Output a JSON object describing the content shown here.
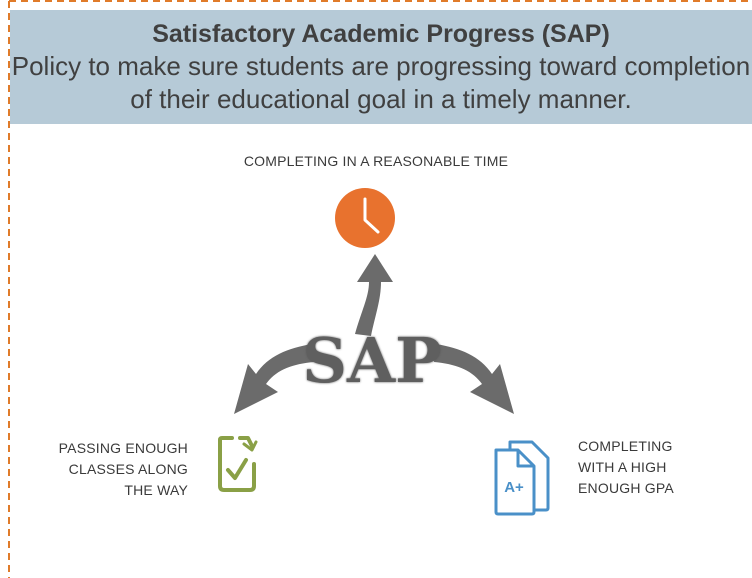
{
  "header": {
    "title": "Satisfactory Academic Progress (SAP)",
    "subtitle": "Policy to make sure students are progressing toward completion of their educational goal in a timely manner."
  },
  "center": {
    "label": "SAP"
  },
  "items": [
    {
      "label": "COMPLETING IN A REASONABLE TIME",
      "icon": "clock-icon",
      "color": "#e8722e"
    },
    {
      "label": "PASSING ENOUGH\nCLASSES ALONG\nTHE  WAY",
      "icon": "checklist-icon",
      "color": "#8aa046"
    },
    {
      "label": "COMPLETING\nWITH A HIGH\nENOUGH GPA",
      "icon": "grade-document-icon",
      "grade": "A+",
      "color": "#4a90c8"
    }
  ],
  "colors": {
    "header_bg": "#b6cad7",
    "border": "#e07b2a",
    "arrow": "#6b6b6b",
    "text": "#404040"
  }
}
